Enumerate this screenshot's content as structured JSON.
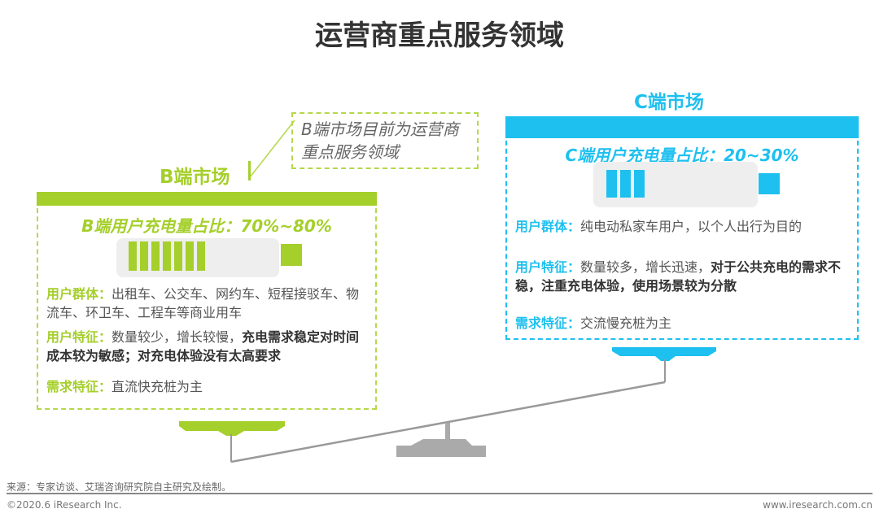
{
  "title": "运营商重点服务领域",
  "callout": "B端市场目前为运营商重点服务领域",
  "b": {
    "label": "B端市场",
    "pct": "B端用户充电量占比：70%~80%",
    "battery_level_bars": 7,
    "group_k": "用户群体：",
    "group_v": "出租车、公交车、网约车、短程接驳车、物流车、环卫车、工程车等商业用车",
    "feat_k": "用户特征：",
    "feat_v": "数量较少，增长较慢，",
    "feat_s": "充电需求稳定对时间成本较为敏感；对充电体验没有太高要求",
    "need_k": "需求特征：",
    "need_v": "直流快充桩为主",
    "color": "#a5cf2a"
  },
  "c": {
    "label": "C端市场",
    "pct": "C端用户充电量占比：20~30%",
    "battery_level_bars": 3,
    "group_k": "用户群体：",
    "group_v": "纯电动私家车用户，以个人出行为目的",
    "feat_k": "用户特征：",
    "feat_v": "数量较多，增长迅速，",
    "feat_s": "对于公共充电的需求不稳，注重充电体验，使用场景较为分散",
    "need_k": "需求特征：",
    "need_v": "交流慢充桩为主",
    "color": "#1ec0ef"
  },
  "footer": {
    "source": "来源：专家访谈、艾瑞咨询研究院自主研究及绘制。",
    "copyright": "©2020.6 iResearch Inc.",
    "site": "www.iresearch.com.cn"
  }
}
